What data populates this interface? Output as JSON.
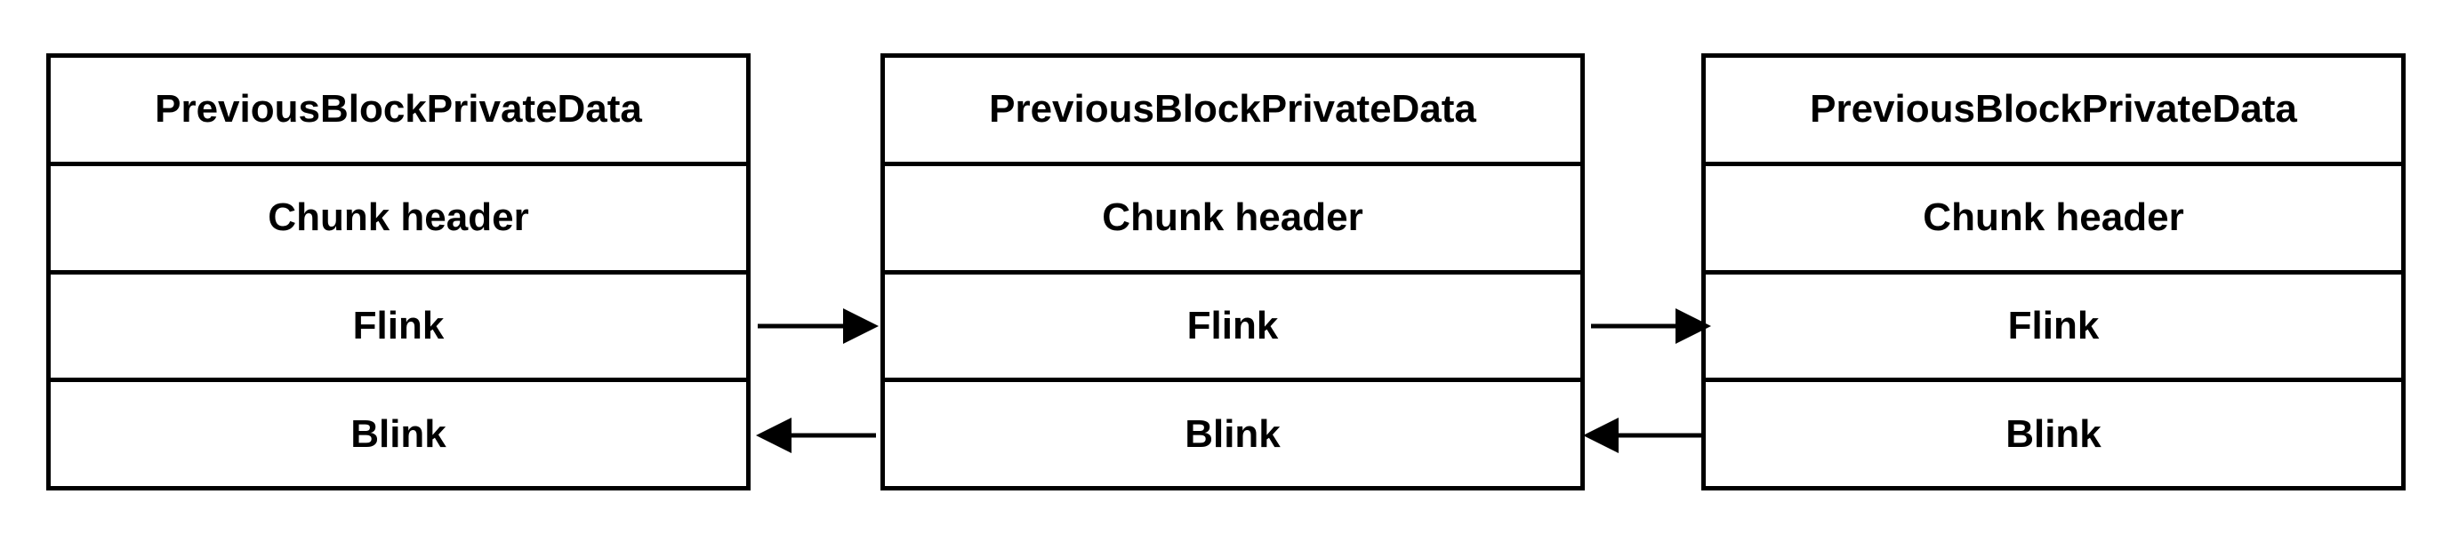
{
  "blocks": [
    {
      "rows": [
        "PreviousBlockPrivateData",
        "Chunk header",
        "Flink",
        "Blink"
      ]
    },
    {
      "rows": [
        "PreviousBlockPrivateData",
        "Chunk header",
        "Flink",
        "Blink"
      ]
    },
    {
      "rows": [
        "PreviousBlockPrivateData",
        "Chunk header",
        "Flink",
        "Blink"
      ]
    }
  ],
  "links": [
    {
      "type": "flink",
      "from_block": 1,
      "to_block": 2
    },
    {
      "type": "blink",
      "from_block": 2,
      "to_block": 1
    },
    {
      "type": "flink",
      "from_block": 2,
      "to_block": 3
    },
    {
      "type": "blink",
      "from_block": 3,
      "to_block": 2
    }
  ],
  "colors": {
    "stroke": "#000000",
    "background": "#ffffff"
  }
}
